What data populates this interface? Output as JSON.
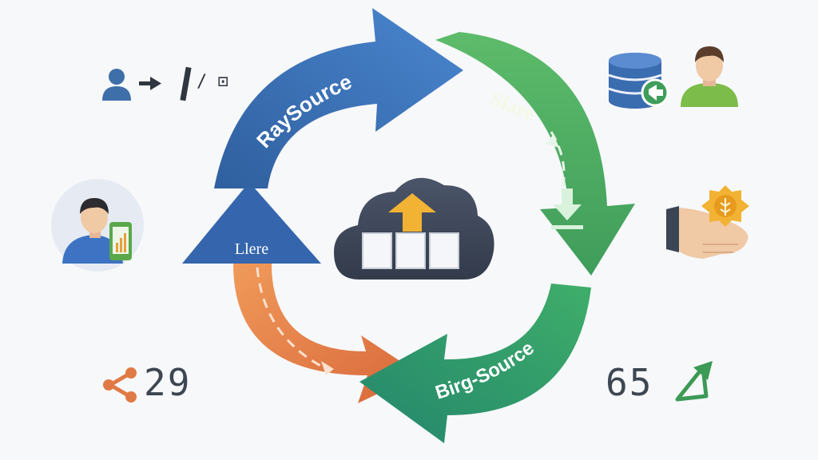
{
  "cycle": {
    "blue_label": "RaySource",
    "green_label": "Slare",
    "teal_label": "Birg-Source",
    "left_label": "Llere"
  },
  "stats": {
    "left_value": "29",
    "right_value": "65"
  },
  "top_left_label": "/ ⊡",
  "colors": {
    "blue": "#3a70b6",
    "green": "#4cae6b",
    "teal": "#2f9a6f",
    "orange": "#e07a45",
    "cloud": "#3d4658",
    "upload_arrow": "#f2b233"
  }
}
